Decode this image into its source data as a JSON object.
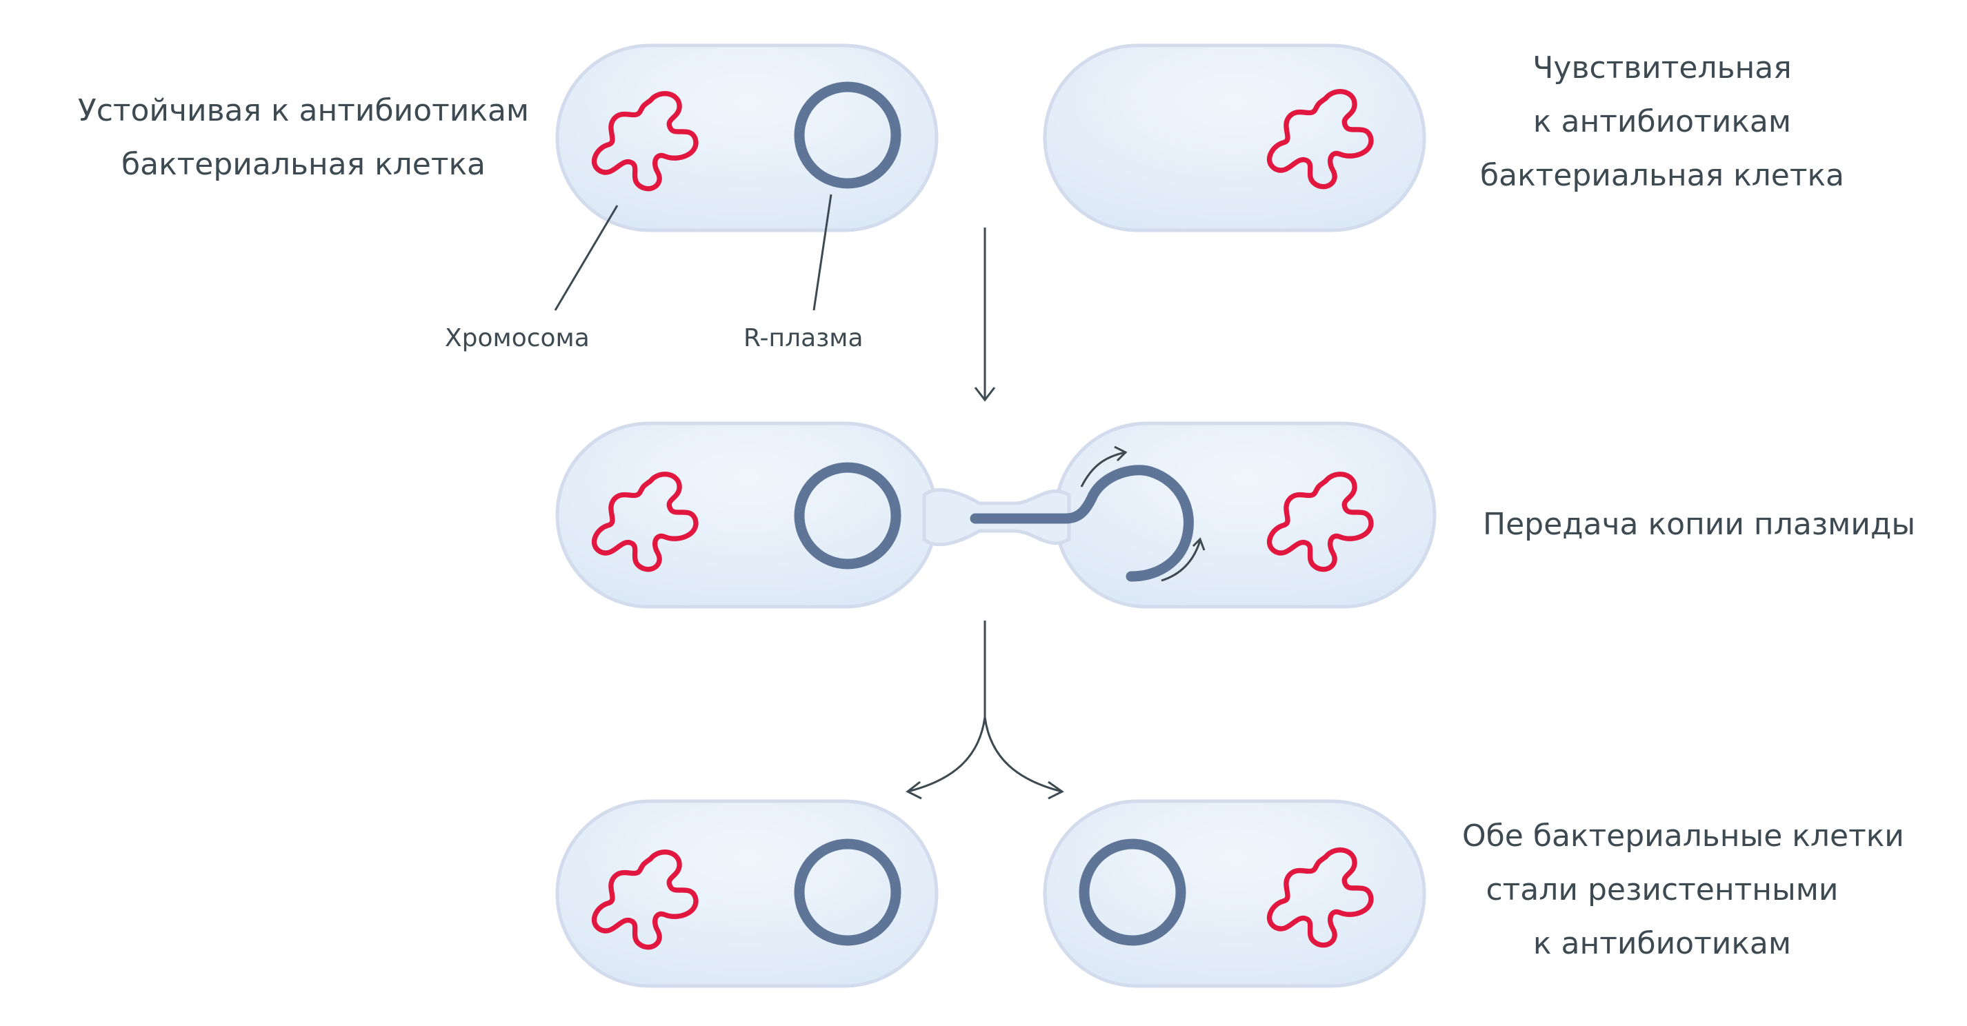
{
  "labels": {
    "resistant_cell": [
      "Устойчивая к антибиотикам",
      "бактериальная клетка"
    ],
    "sensitive_cell": [
      "Чувствительная",
      "к антибиотикам",
      "бактериальная клетка"
    ],
    "chromosome": "Хромосома",
    "r_plasmid": "R-плазма",
    "transfer": "Передача копии плазмиды",
    "result": [
      "Обе бактериальные клетки",
      "стали резистентными",
      "к антибиотикам"
    ]
  },
  "colors": {
    "cell_fill": "#e7f0fa",
    "cell_stroke": "#d3dced",
    "chromosome": "#e2173f",
    "plasmid": "#5f7598",
    "arrow": "#3d4a52",
    "text": "#3d4a52"
  }
}
